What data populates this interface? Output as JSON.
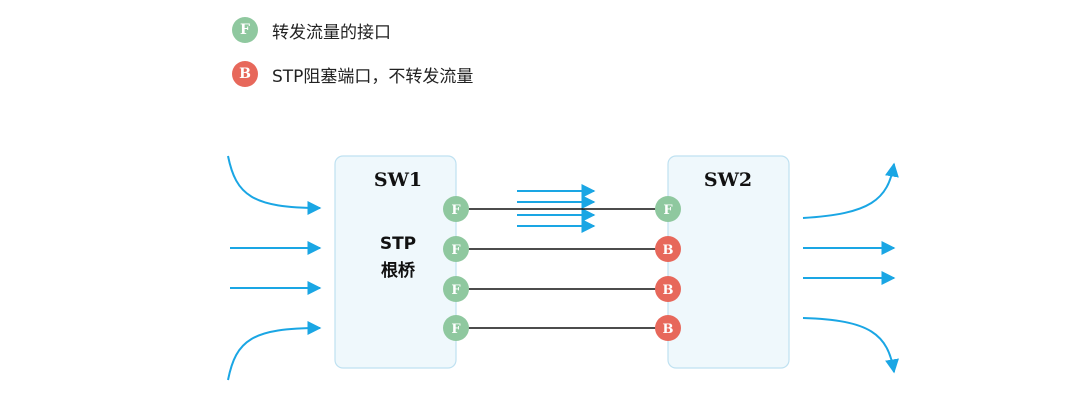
{
  "legend": {
    "forward": {
      "letter": "F",
      "label": "转发流量的接口"
    },
    "blocked": {
      "letter": "B",
      "label": "STP阻塞端口，不转发流量"
    }
  },
  "switches": {
    "sw1": {
      "name": "SW1",
      "role_line1": "STP",
      "role_line2": "根桥"
    },
    "sw2": {
      "name": "SW2"
    }
  },
  "links": [
    {
      "sw1_port": "F",
      "sw2_port": "F"
    },
    {
      "sw1_port": "F",
      "sw2_port": "B"
    },
    {
      "sw1_port": "F",
      "sw2_port": "B"
    },
    {
      "sw1_port": "F",
      "sw2_port": "B"
    }
  ],
  "colors": {
    "forward": "#8fc89f",
    "blocked": "#e7685b",
    "arrow": "#1aa6e4",
    "box_fill": "#eff8fc",
    "box_stroke": "#bfe1f1",
    "link": "#111111"
  }
}
